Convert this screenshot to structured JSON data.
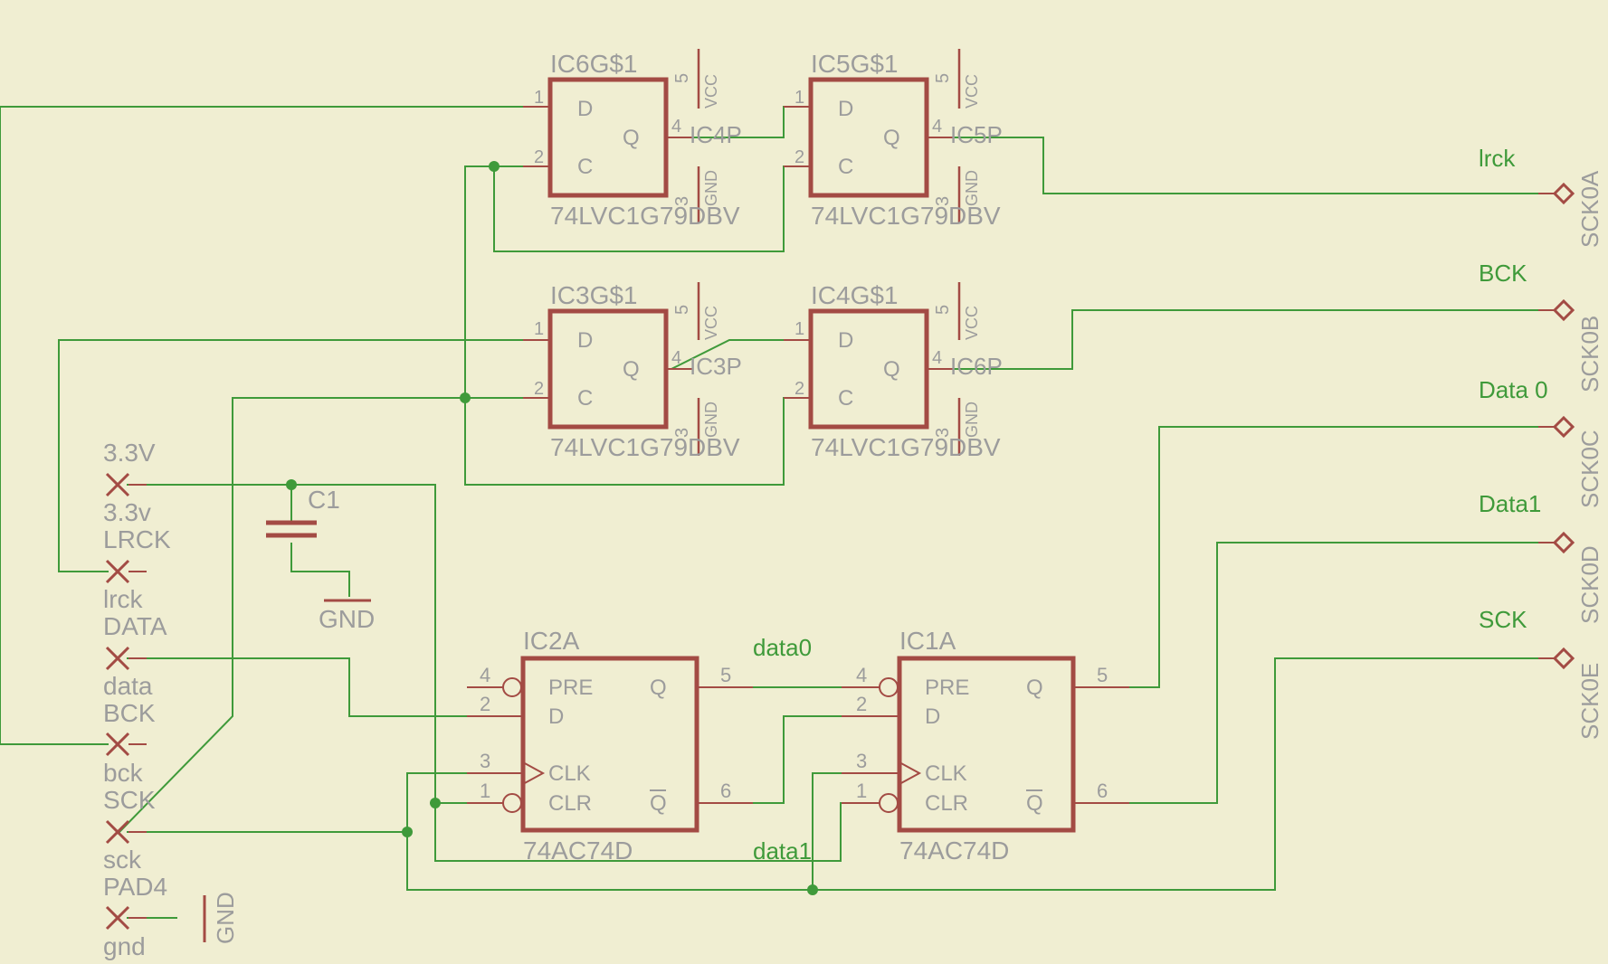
{
  "schematic": {
    "flipflops_top": [
      {
        "ref": "IC6G$1",
        "part": "74LVC1G79DBV",
        "pin_d": "D",
        "pin_c": "C",
        "pin_q": "Q",
        "net_q": "IC4P",
        "vcc": "VCC",
        "gnd": "GND"
      },
      {
        "ref": "IC5G$1",
        "part": "74LVC1G79DBV",
        "pin_d": "D",
        "pin_c": "C",
        "pin_q": "Q",
        "net_q": "IC5P",
        "vcc": "VCC",
        "gnd": "GND"
      },
      {
        "ref": "IC3G$1",
        "part": "74LVC1G79DBV",
        "pin_d": "D",
        "pin_c": "C",
        "pin_q": "Q",
        "net_q": "IC3P",
        "vcc": "VCC",
        "gnd": "GND"
      },
      {
        "ref": "IC4G$1",
        "part": "74LVC1G79DBV",
        "pin_d": "D",
        "pin_c": "C",
        "pin_q": "Q",
        "net_q": "IC6P",
        "vcc": "VCC",
        "gnd": "GND"
      }
    ],
    "pin_numbers": {
      "d": "1",
      "c": "2",
      "q": "4",
      "vcc": "5",
      "gnd": "3"
    },
    "dflipflops": [
      {
        "ref": "IC2A",
        "part": "74AC74D",
        "pre": "PRE",
        "d": "D",
        "clk": "CLK",
        "clr": "CLR",
        "q": "Q",
        "qbar": "Q",
        "p_pre": "4",
        "p_d": "2",
        "p_clk": "3",
        "p_clr": "1",
        "p_q": "5",
        "p_qbar": "6"
      },
      {
        "ref": "IC1A",
        "part": "74AC74D",
        "pre": "PRE",
        "d": "D",
        "clk": "CLK",
        "clr": "CLR",
        "q": "Q",
        "qbar": "Q",
        "p_pre": "4",
        "p_d": "2",
        "p_clk": "3",
        "p_clr": "1",
        "p_q": "5",
        "p_qbar": "6"
      }
    ],
    "pads": [
      {
        "top": "3.3V",
        "bottom": "3.3v"
      },
      {
        "top": "LRCK",
        "bottom": "lrck"
      },
      {
        "top": "DATA",
        "bottom": "data"
      },
      {
        "top": "BCK",
        "bottom": "bck"
      },
      {
        "top": "SCK",
        "bottom": "sck"
      },
      {
        "top": "PAD4",
        "bottom": "gnd"
      }
    ],
    "pad4_gnd": "GND",
    "capacitor": {
      "ref": "C1",
      "gnd": "GND"
    },
    "nets": {
      "data0": "data0",
      "data1": "data1"
    },
    "outputs": [
      {
        "net": "lrck",
        "connector": "SCK0A"
      },
      {
        "net": "BCK",
        "connector": "SCK0B"
      },
      {
        "net": "Data 0",
        "connector": "SCK0C"
      },
      {
        "net": "Data1",
        "connector": "SCK0D"
      },
      {
        "net": "SCK",
        "connector": "SCK0E"
      }
    ]
  },
  "colors": {
    "background": "#f0eed2",
    "wire": "#3f9a3a",
    "component": "#a34b44",
    "label": "#9c9c9c"
  }
}
